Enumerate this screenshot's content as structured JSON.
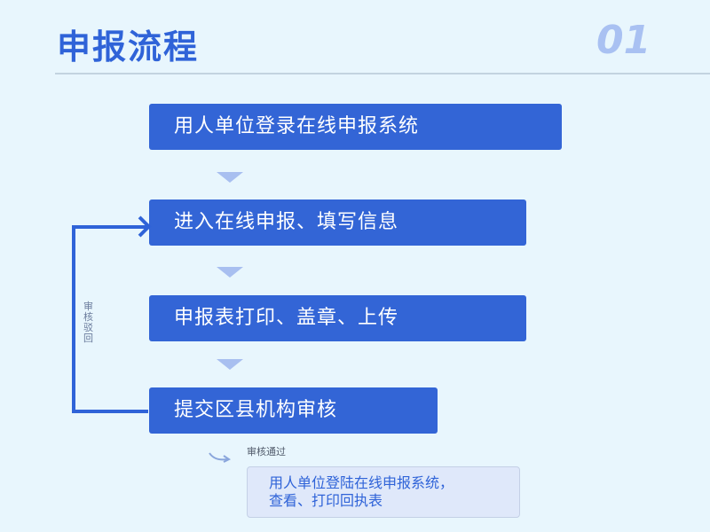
{
  "header": {
    "title": "申报流程",
    "number": "01"
  },
  "steps": [
    {
      "label": "用人单位登录在线申报系统"
    },
    {
      "label": "进入在线申报、填写信息"
    },
    {
      "label": "申报表打印、盖章、上传"
    },
    {
      "label": "提交区县机构审核"
    }
  ],
  "loop": {
    "label": "审核驳回"
  },
  "pass": {
    "label": "审核通过"
  },
  "result": {
    "line1": "用人单位登陆在线申报系统，",
    "line2": "查看、打印回执表"
  },
  "colors": {
    "primary": "#3365d6",
    "background": "#e8f6fd",
    "arrow": "#a8bff0",
    "number": "#a9c1f2"
  }
}
